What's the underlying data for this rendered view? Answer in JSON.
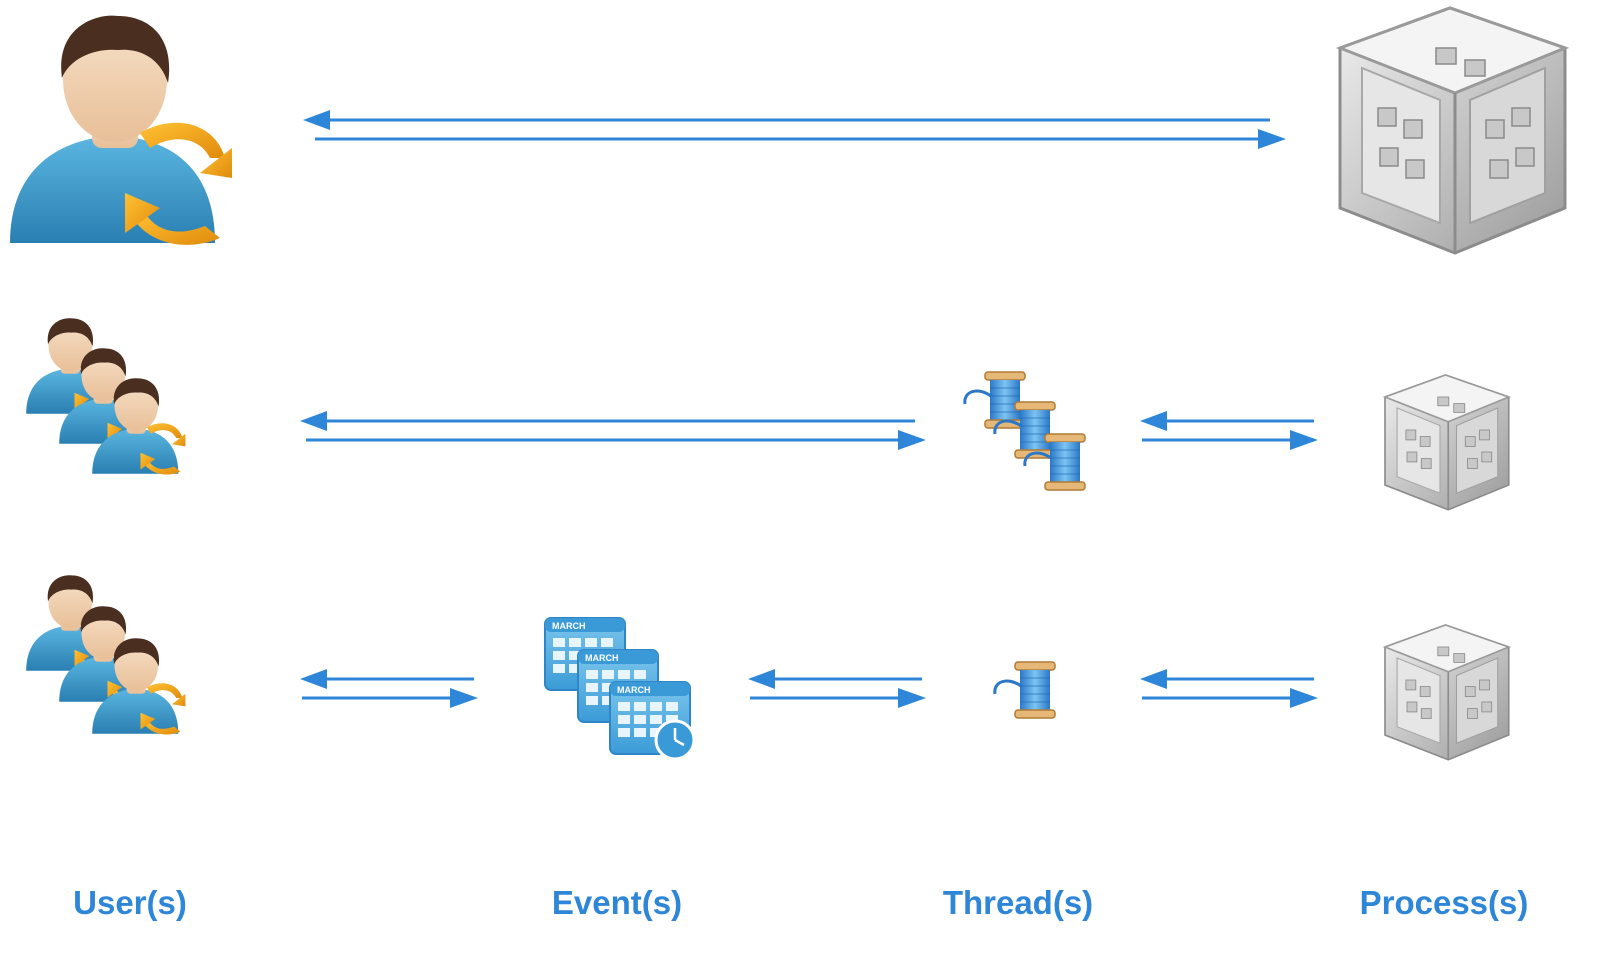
{
  "colors": {
    "accent": "#2e86d8",
    "label": "#2e86d8",
    "user_skin": "#f2d3b3",
    "user_hair": "#4a2e1f",
    "user_shirt": "#3a98c8",
    "arrow_icon": "#f0a416",
    "cube": "#b8b8b8",
    "spool_thread": "#3a8fd8",
    "calendar": "#5aaedc"
  },
  "icons": {
    "single_user": "user-icon",
    "user_group": "user-group-icon",
    "process": "process-cube-icon",
    "threads": "thread-spools-icon",
    "thread": "thread-spool-icon",
    "events": "calendar-stack-icon"
  },
  "calendar_month": "MARCH",
  "labels": {
    "users": "User(s)",
    "events": "Event(s)",
    "threads": "Thread(s)",
    "processes": "Process(s)"
  }
}
